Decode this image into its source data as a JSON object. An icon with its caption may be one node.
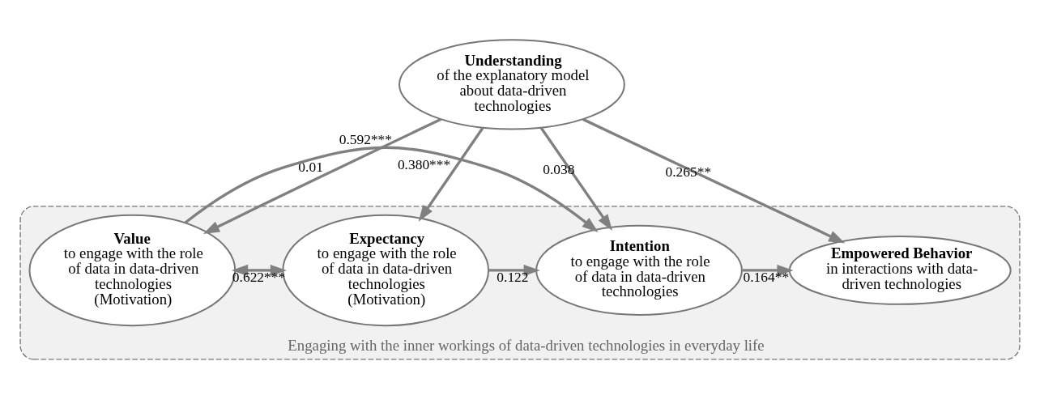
{
  "diagram": {
    "nodes": [
      {
        "text": [
          "**Understanding** of the explanatory model about data-driven technologies"
        ]
      },
      {
        "text": [
          "Engaging with the inner workings of data-driven technologies in everyday life"
        ]
      },
      {
        "text": [
          "**Value** to engage with the role of data in data-driven technologies",
          "(Motivation)"
        ],
        "in": 1
      },
      {
        "text": [
          "**Expectancy** to engage with the role of data in data-driven technologies",
          "(Motivation)"
        ],
        "in": 1
      },
      {
        "text": [
          "**Intention** to engage with the role of data in data-driven technologies"
        ],
        "in": 1
      },
      {
        "text": [
          "**Empowered Behavior**",
          "in interactions with data-driven technologies"
        ],
        "in": 1
      }
    ],
    "edges": [
      {
        "from": 0,
        "to": 2,
        "arrow": "to",
        "label": "0.01"
      },
      {
        "from": 0,
        "to": 3,
        "arrow": "to",
        "label": "0.380***"
      },
      {
        "from": 0,
        "to": 4,
        "arrow": "to",
        "label": "0.038"
      },
      {
        "from": 0,
        "to": 5,
        "arrow": "to",
        "label": "0.265**"
      },
      {
        "from": 2,
        "to": 4,
        "arrow": "to",
        "label": "0.592***"
      },
      {
        "from": 3,
        "to": 4,
        "arrow": "to",
        "label": "0.122"
      },
      {
        "from": 4,
        "to": 5,
        "arrow": "to",
        "label": "0.164**"
      },
      {
        "from": 2,
        "to": 3,
        "arrow": "both",
        "label": "0.622***"
      }
    ]
  }
}
